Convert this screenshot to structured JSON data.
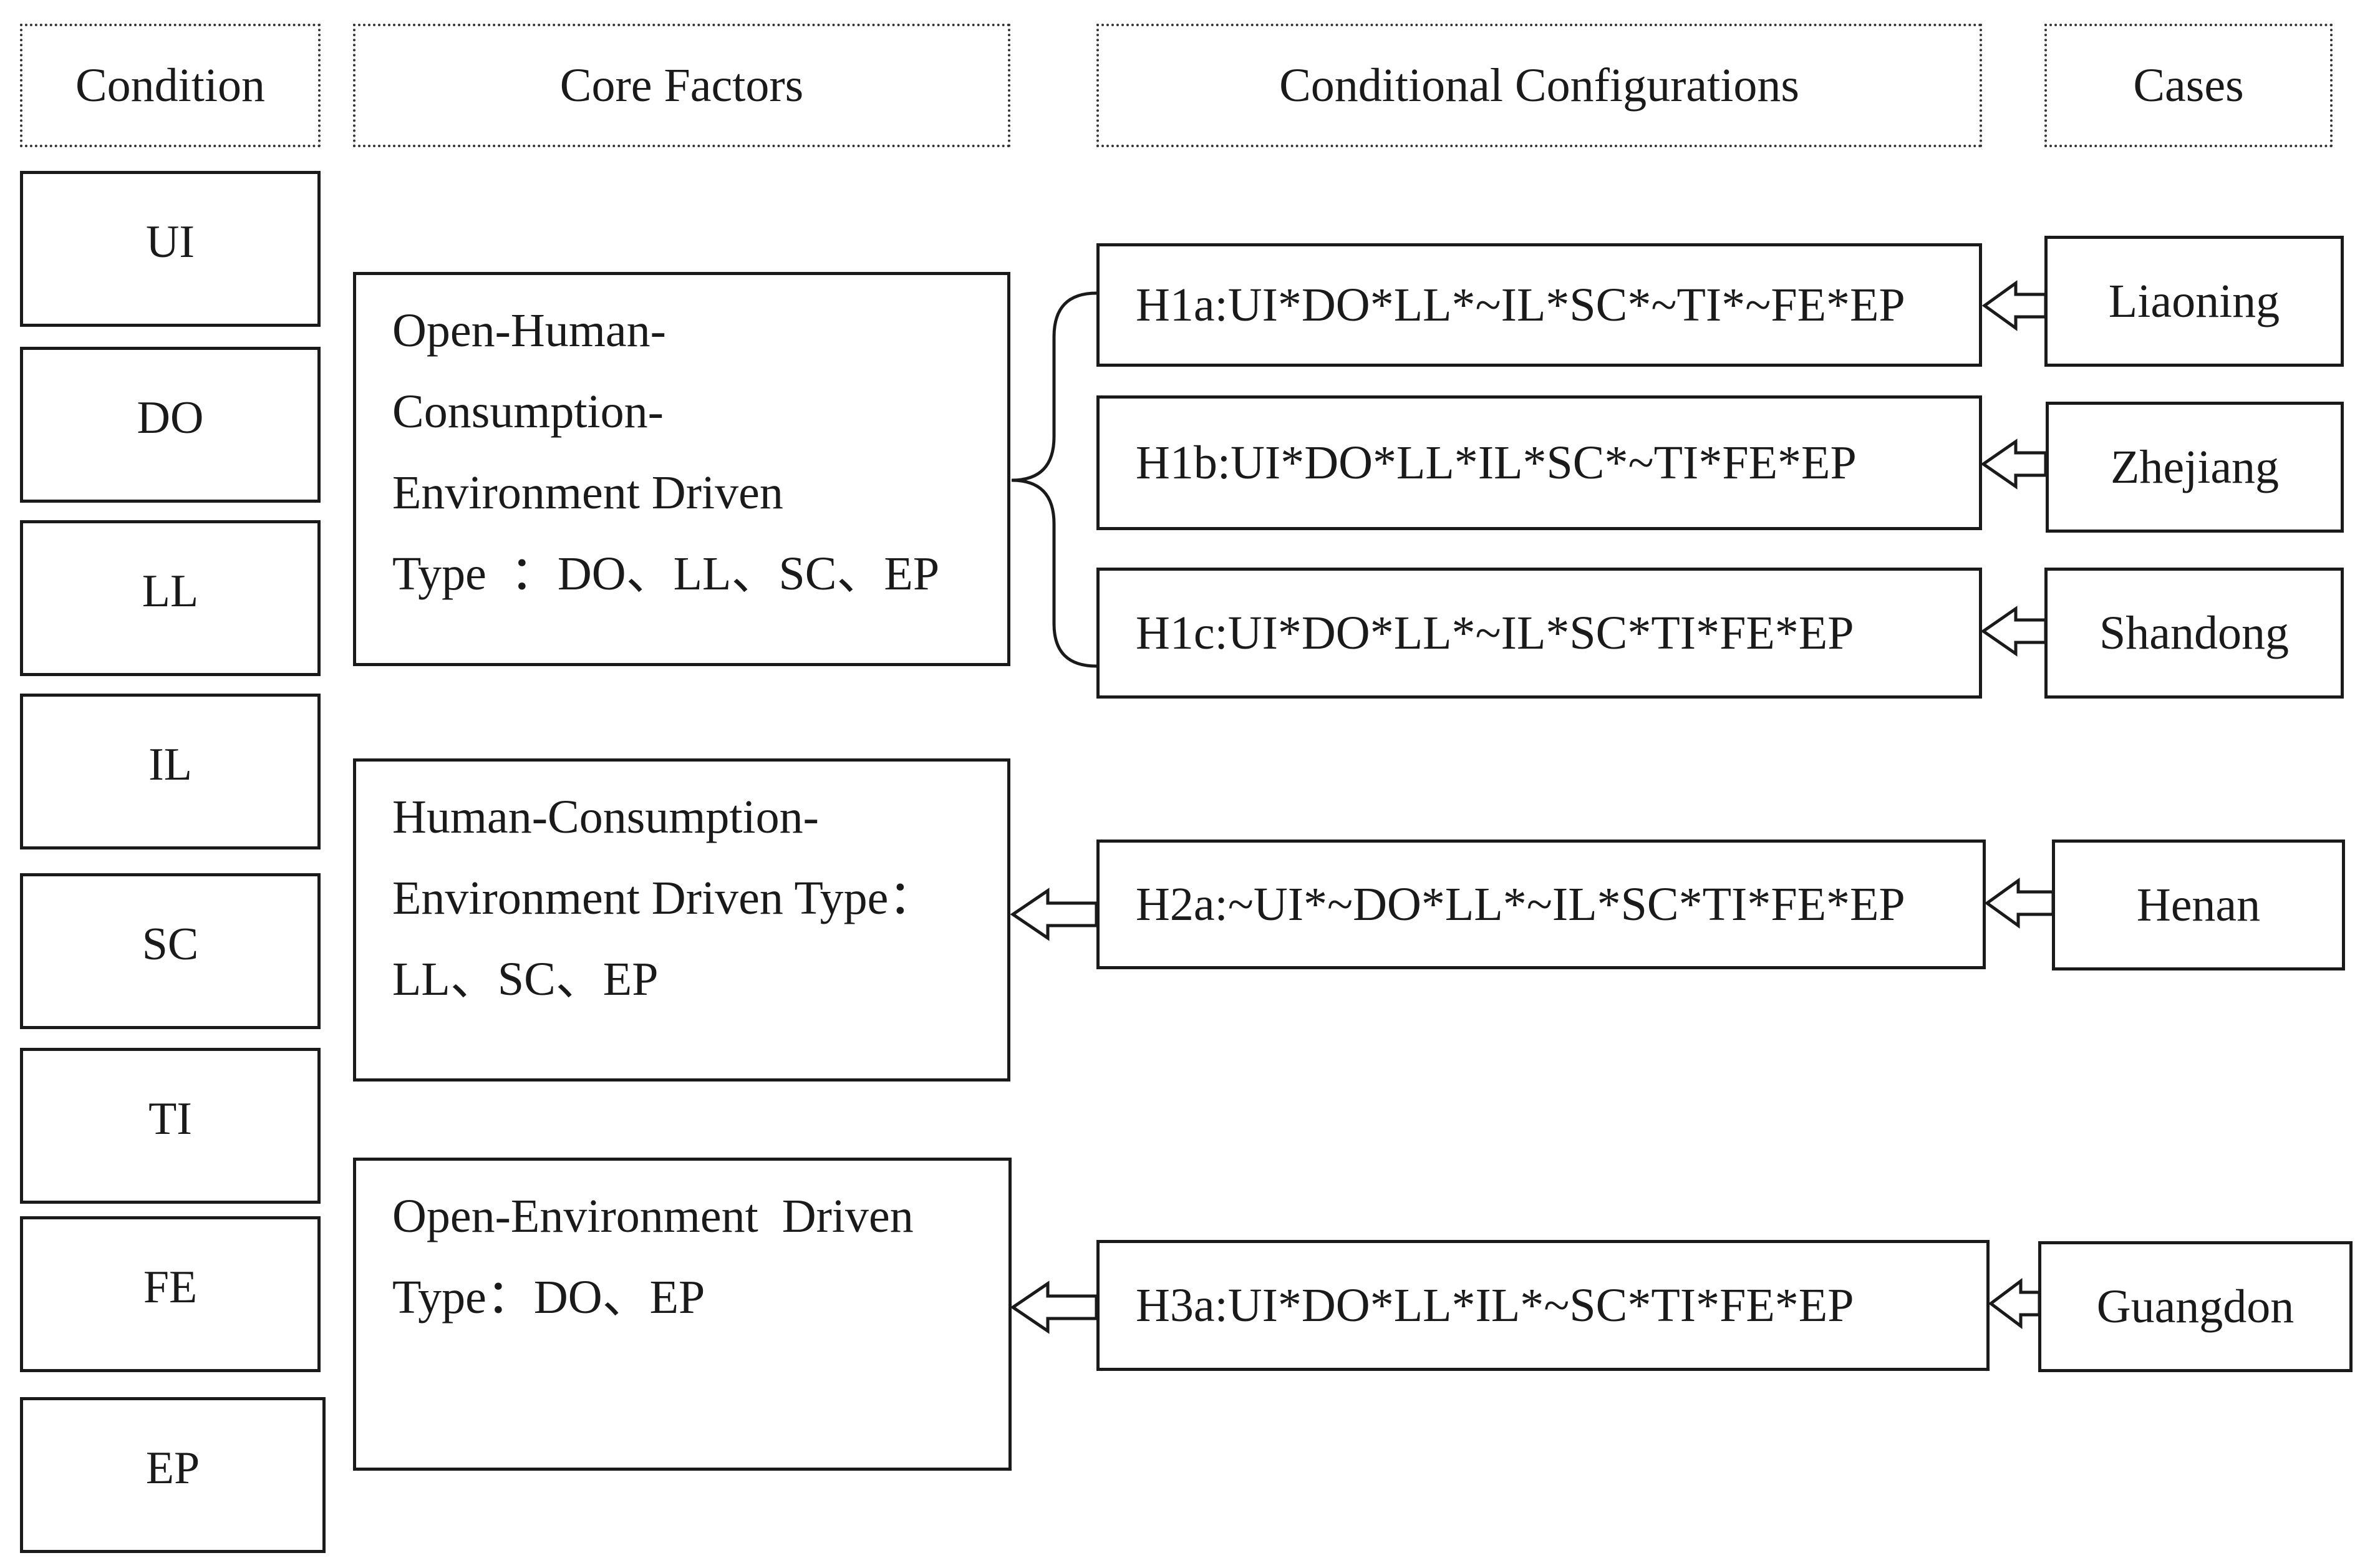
{
  "headers": {
    "condition": "Condition",
    "core_factors": "Core Factors",
    "conditional_configurations": "Conditional Configurations",
    "cases": "Cases"
  },
  "conditions": [
    "UI",
    "DO",
    "LL",
    "IL",
    "SC",
    "TI",
    "FE",
    "EP"
  ],
  "core_factors": [
    {
      "lines": [
        "Open-Human-",
        "Consumption-",
        "Environment Driven",
        "Type  ：DO、LL、SC、EP"
      ]
    },
    {
      "lines": [
        "Human-Consumption-",
        "Environment Driven Type：",
        "LL、SC、EP"
      ]
    },
    {
      "lines": [
        "Open-Environment  Driven",
        "Type：DO、EP"
      ]
    }
  ],
  "configurations": [
    "H1a:UI*DO*LL*~IL*SC*~TI*~FE*EP",
    "H1b:UI*DO*LL*IL*SC*~TI*FE*EP",
    "H1c:UI*DO*LL*~IL*SC*TI*FE*EP",
    "H2a:~UI*~DO*LL*~IL*SC*TI*FE*EP",
    "H3a:UI*DO*LL*IL*~SC*TI*FE*EP"
  ],
  "cases": [
    "Liaoning",
    "Zhejiang",
    "Shandong",
    "Henan",
    "Guangdon"
  ]
}
